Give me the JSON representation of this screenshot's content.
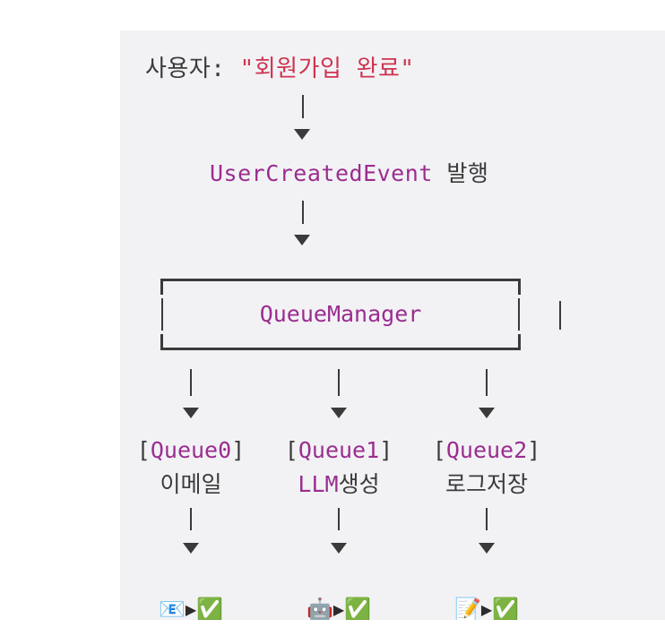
{
  "diagram": {
    "title": "Event queue flow (ASCII diagram)",
    "colors": {
      "panel_background": "#f2f2f5",
      "page_background": "#ffffff",
      "code_identifier": "#9b2d8f",
      "string_literal": "#cf3350",
      "plain_text": "#3a3a3a"
    },
    "user_line": {
      "label": "사용자:",
      "message": "\"회원가입 완료\""
    },
    "event_line": {
      "event_name": "UserCreatedEvent",
      "action": "발행"
    },
    "manager": {
      "name": "QueueManager",
      "stray_pipe": "|"
    },
    "arrow_glyph": "▼",
    "pipe_glyph": "|",
    "queues": [
      {
        "bracket_open": "[",
        "name": "Queue0",
        "bracket_close": "]",
        "description": "이메일",
        "description_code": "",
        "worker_icon": "📧",
        "separator": "▶",
        "status_icon": "✅"
      },
      {
        "bracket_open": "[",
        "name": "Queue1",
        "bracket_close": "]",
        "description": "생성",
        "description_code": "LLM",
        "worker_icon": "🤖",
        "separator": "▶",
        "status_icon": "✅"
      },
      {
        "bracket_open": "[",
        "name": "Queue2",
        "bracket_close": "]",
        "description": "로그저장",
        "description_code": "",
        "worker_icon": "📝",
        "separator": "▶",
        "status_icon": "✅"
      }
    ]
  }
}
